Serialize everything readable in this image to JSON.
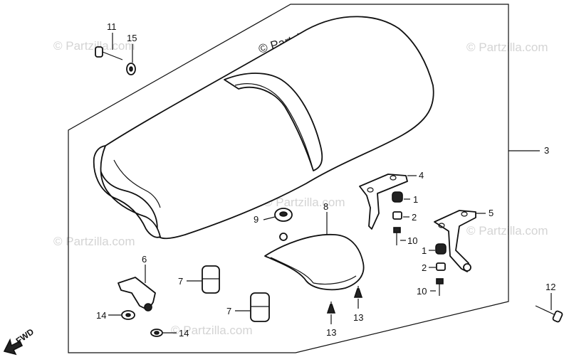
{
  "watermarks": {
    "main": "© Partzilla.com",
    "faint": "© Partzilla.com"
  },
  "callouts": {
    "c1a": "1",
    "c1b": "1",
    "c2a": "2",
    "c2b": "2",
    "c3": "3",
    "c4": "4",
    "c5": "5",
    "c6": "6",
    "c7a": "7",
    "c7b": "7",
    "c8": "8",
    "c9": "9",
    "c10a": "10",
    "c10b": "10",
    "c11": "11",
    "c12": "12",
    "c13a": "13",
    "c13b": "13",
    "c14a": "14",
    "c14b": "14",
    "c15": "15"
  },
  "direction": {
    "label": "FWD"
  },
  "colors": {
    "line": "#111111",
    "watermark": "#d4d4d4",
    "background": "#ffffff"
  }
}
